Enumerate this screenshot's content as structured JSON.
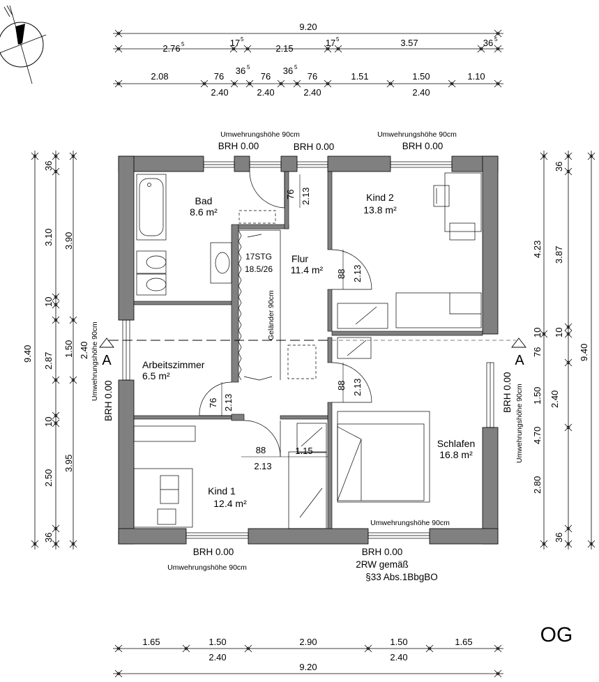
{
  "plan": {
    "floor_label": "OG",
    "rooms": [
      {
        "name": "Bad",
        "area": "8.6 m²"
      },
      {
        "name": "Kind 2",
        "area": "13.8 m²"
      },
      {
        "name": "Flur",
        "area": "11.4 m²"
      },
      {
        "name": "Arbeitszimmer",
        "area": "6.5 m²"
      },
      {
        "name": "Kind 1",
        "area": "12.4 m²"
      },
      {
        "name": "Schlafen",
        "area": "16.8 m²"
      }
    ],
    "stair": {
      "steps": "17STG",
      "ratio": "18.5/26",
      "railing": "Geländer 90cm"
    },
    "brh": "BRH 0.00",
    "parapet": "Umwehrungshöhe 90cm",
    "section_mark": "A",
    "escape_note": [
      "2RW gemäß",
      "§33 Abs.1BbgBO"
    ]
  },
  "dims": {
    "top_total": "9.20",
    "top_row2": [
      "2.76",
      "17",
      "2.15",
      "17",
      "3.57",
      "36"
    ],
    "top_row3_upper": [
      "2.08",
      "76",
      "36",
      "76",
      "36",
      "76",
      "1.51",
      "1.50",
      "1.10"
    ],
    "top_row3_lower": [
      "2.40",
      "2.40",
      "2.40",
      "2.40"
    ],
    "bottom_upper": [
      "1.65",
      "1.50",
      "2.90",
      "1.50",
      "1.65"
    ],
    "bottom_lower": [
      "2.40",
      "2.40"
    ],
    "bottom_total": "9.20",
    "left_total": "9.40",
    "left_row": [
      "36",
      "3.10",
      "10",
      "1.50",
      "2.87",
      "10",
      "2.50",
      "36"
    ],
    "left_row_b": [
      "3.90",
      "2.40",
      "3.95"
    ],
    "right_total": "9.40",
    "right_row": [
      "36",
      "3.87",
      "10",
      "1.50",
      "2.40",
      "4.70",
      "2.80",
      "36"
    ],
    "right_row_b": [
      "4.23",
      "76",
      "10"
    ],
    "door_dims": [
      "76",
      "2.13",
      "88",
      "2.13",
      "88",
      "2.13",
      "76",
      "2.13",
      "88",
      "2.13",
      "1.15"
    ],
    "sup5": "5"
  },
  "colors": {
    "wall": "#808080",
    "line": "#000000"
  }
}
